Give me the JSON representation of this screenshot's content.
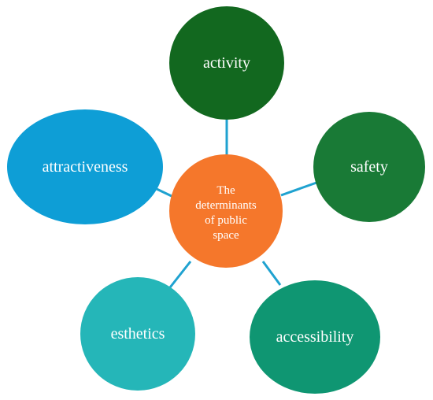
{
  "center": {
    "lines": [
      "The",
      "determinants",
      "of public",
      "space"
    ],
    "color": "#f5772b"
  },
  "nodes": [
    {
      "id": "activity",
      "label": "activity",
      "color": "#12681f"
    },
    {
      "id": "safety",
      "label": "safety",
      "color": "#197a36"
    },
    {
      "id": "accessibility",
      "label": "accessibility",
      "color": "#0f9672"
    },
    {
      "id": "esthetics",
      "label": "esthetics",
      "color": "#25b6b8"
    },
    {
      "id": "attractiveness",
      "label": "attractiveness",
      "color": "#0e9ed6"
    }
  ],
  "connector_color": "#1fa2d0"
}
